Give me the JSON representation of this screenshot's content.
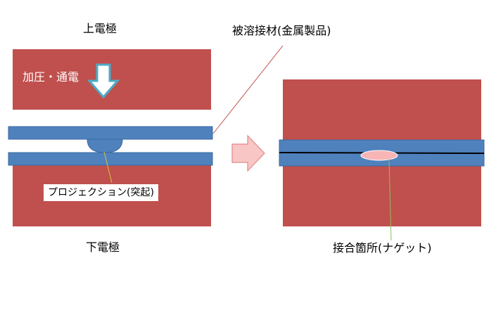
{
  "labels": {
    "upper_electrode": "上電極",
    "pressure_current": "加圧・通電",
    "workpiece": "被溶接材(金属製品)",
    "projection": "プロジェクション(突起)",
    "lower_electrode": "下電極",
    "nugget": "接合箇所(ナゲット)"
  },
  "icons": {
    "press_arrow": "arrow-down-icon",
    "process_arrow": "arrow-right-icon"
  },
  "colors": {
    "electrode": "#C0504D",
    "sheet": "#4F81BD",
    "sheet_border": "#3A6AA0",
    "press_arrow_fill": "#FFFFFF",
    "press_arrow_stroke": "#4BACC6",
    "process_arrow_fill": "#F7C6C5",
    "process_arrow_stroke": "#E28A88",
    "nugget_fill": "#F7B5B6",
    "leader_red": "#C0504D",
    "leader_yellow": "#D4C23A",
    "leader_green": "#8FBF5A",
    "weld_line": "#000000"
  }
}
